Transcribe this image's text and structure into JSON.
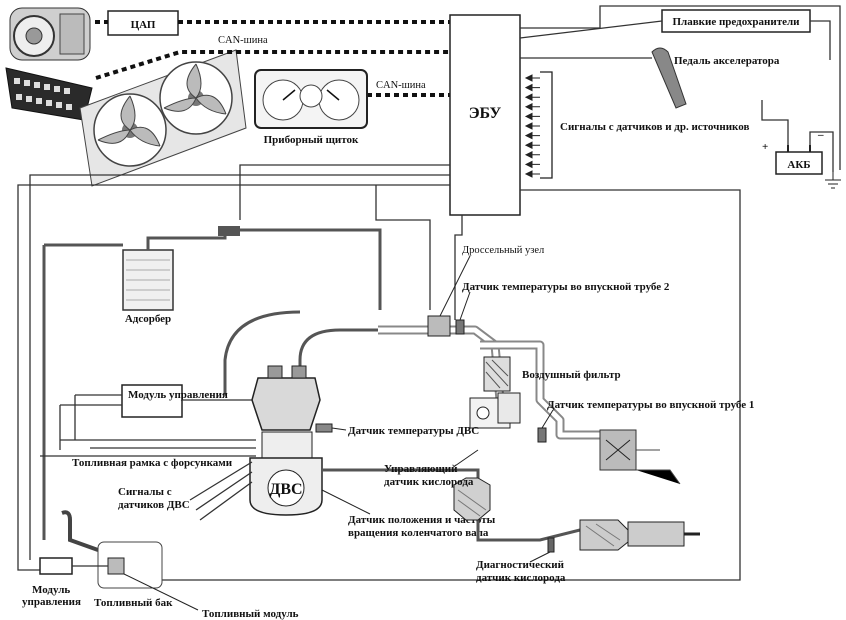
{
  "labels": {
    "dac": "ЦАП",
    "can_top": "CAN-шина",
    "can_mid": "CAN-шина",
    "fuses": "Плавкие предохранители",
    "pedal": "Педаль акселератора",
    "ecu": "ЭБУ",
    "sensors_signals": "Сигналы с датчиков и др. источников",
    "battery": "АКБ",
    "dashboard": "Приборный щиток",
    "throttle": "Дроссельный узел",
    "intake_temp_2": "Датчик температуры во впускной трубе 2",
    "adsorber": "Адсорбер",
    "air_filter": "Воздушный фильтр",
    "intake_temp_1": "Датчик температуры во впускной трубе 1",
    "control_module_1": "Модуль управления",
    "coolant_temp": "Датчик температуры ДВС",
    "fuel_rail": "Топливная рамка с форсунками",
    "control_o2": "Управляющий датчик кислорода",
    "engine_signals": "Сигналы с датчиков ДВС",
    "engine": "ДВС",
    "crank_sensor": "Датчик положения и частоты вращения коленчатого вала",
    "diag_o2": "Диагностический датчик кислорода",
    "control_module_2": "Модуль управления",
    "fuel_tank": "Топливный бак",
    "fuel_module": "Топливный модуль"
  },
  "colors": {
    "line": "#333333",
    "pipe": "#888888",
    "background": "#ffffff"
  },
  "icons": [
    "generator-icon",
    "obd-connector-icon",
    "radiator-fan-icon",
    "gauge-cluster-icon",
    "pedal-icon",
    "battery-icon",
    "ground-icon",
    "catalyst-icon",
    "muffler-icon"
  ]
}
